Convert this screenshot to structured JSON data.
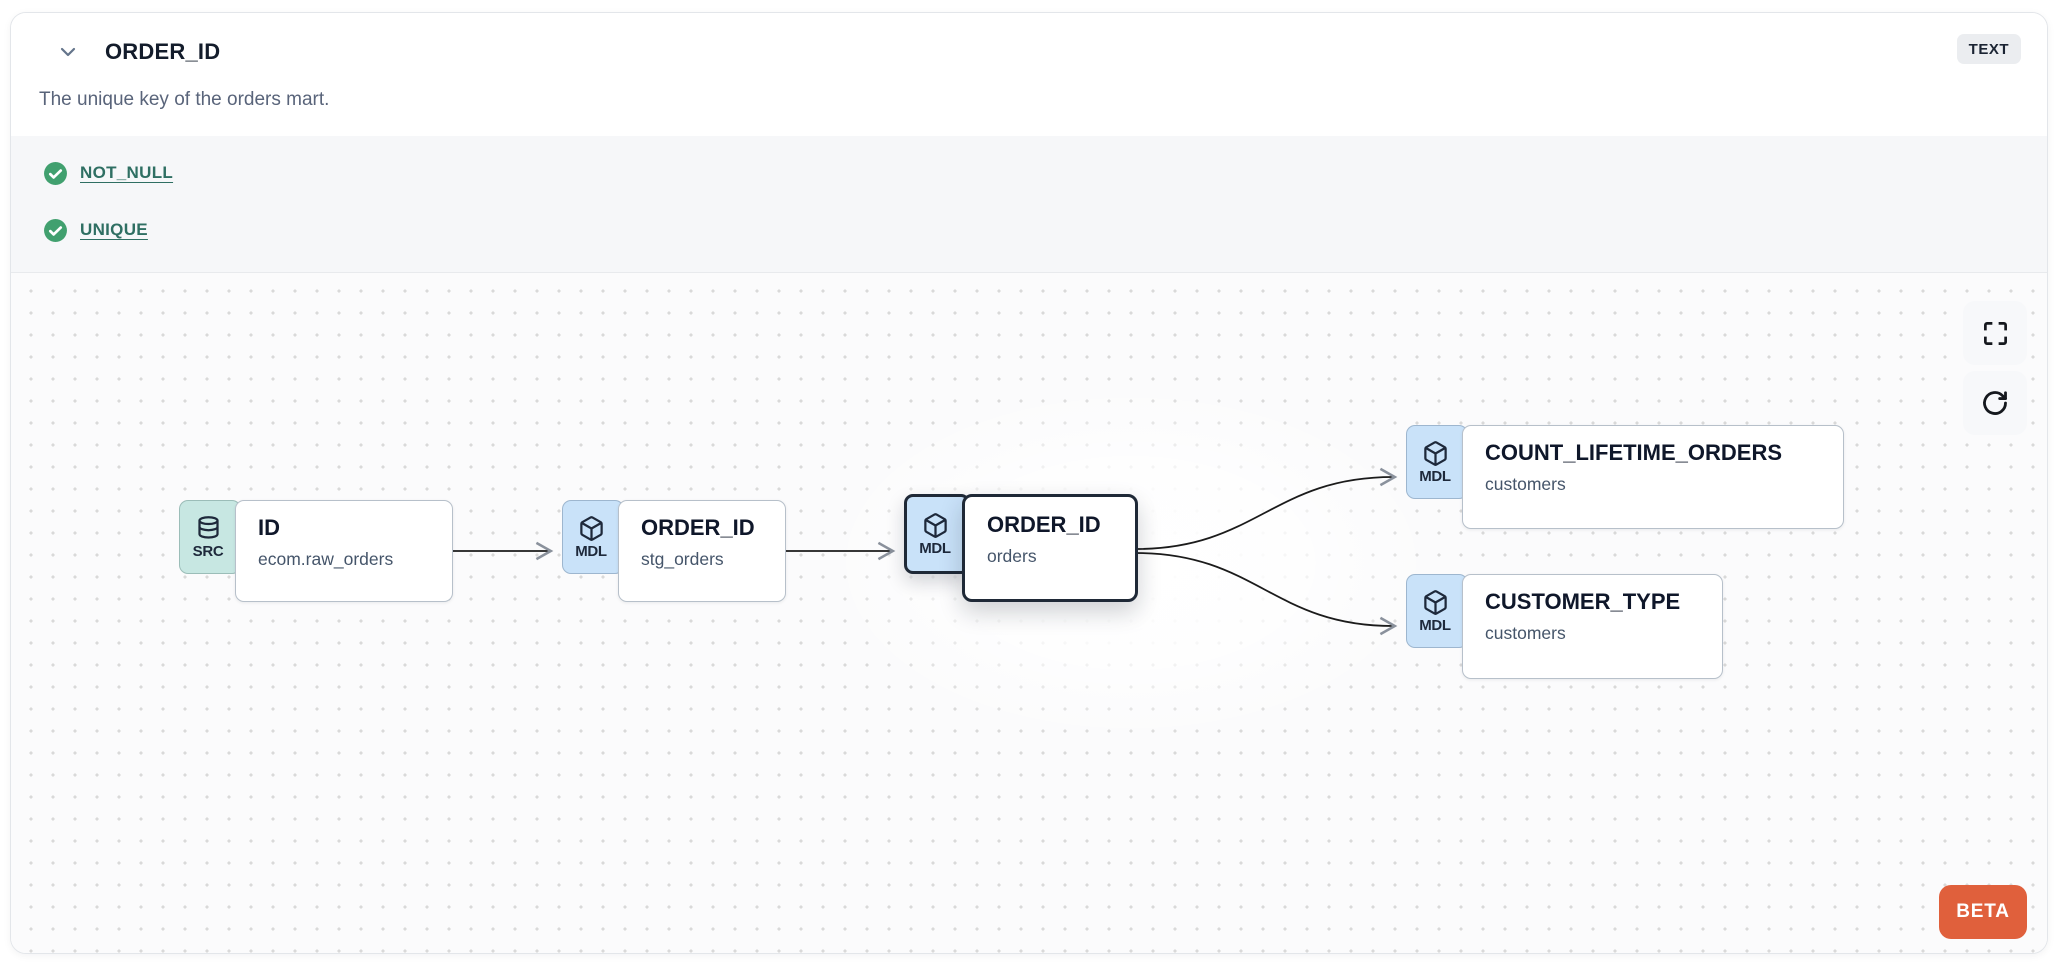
{
  "header": {
    "title": "ORDER_ID",
    "type_badge": "TEXT",
    "description": "The unique key of the orders mart."
  },
  "tests": [
    {
      "label": "NOT_NULL",
      "status": "pass"
    },
    {
      "label": "UNIQUE",
      "status": "pass"
    }
  ],
  "lineage": {
    "nodes": [
      {
        "badge": "SRC",
        "icon": "database-icon",
        "title": "ID",
        "subtitle": "ecom.raw_orders",
        "selected": false
      },
      {
        "badge": "MDL",
        "icon": "cube-icon",
        "title": "ORDER_ID",
        "subtitle": "stg_orders",
        "selected": false
      },
      {
        "badge": "MDL",
        "icon": "cube-icon",
        "title": "ORDER_ID",
        "subtitle": "orders",
        "selected": true
      },
      {
        "badge": "MDL",
        "icon": "cube-icon",
        "title": "COUNT_LIFETIME_ORDERS",
        "subtitle": "customers",
        "selected": false
      },
      {
        "badge": "MDL",
        "icon": "cube-icon",
        "title": "CUSTOMER_TYPE",
        "subtitle": "customers",
        "selected": false
      }
    ],
    "edges": [
      {
        "from": "ID (ecom.raw_orders)",
        "to": "ORDER_ID (stg_orders)"
      },
      {
        "from": "ORDER_ID (stg_orders)",
        "to": "ORDER_ID (orders)"
      },
      {
        "from": "ORDER_ID (orders)",
        "to": "COUNT_LIFETIME_ORDERS (customers)"
      },
      {
        "from": "ORDER_ID (orders)",
        "to": "CUSTOMER_TYPE (customers)"
      }
    ],
    "beta_label": "BETA"
  },
  "colors": {
    "src_badge_bg": "#c7e7e2",
    "mdl_badge_bg": "#c9e2f9",
    "selected_border": "#1f2937",
    "test_link": "#2f6f63",
    "check_green": "#41a06f",
    "beta_bg": "#e0603c",
    "type_badge_bg": "#ebedf0"
  }
}
